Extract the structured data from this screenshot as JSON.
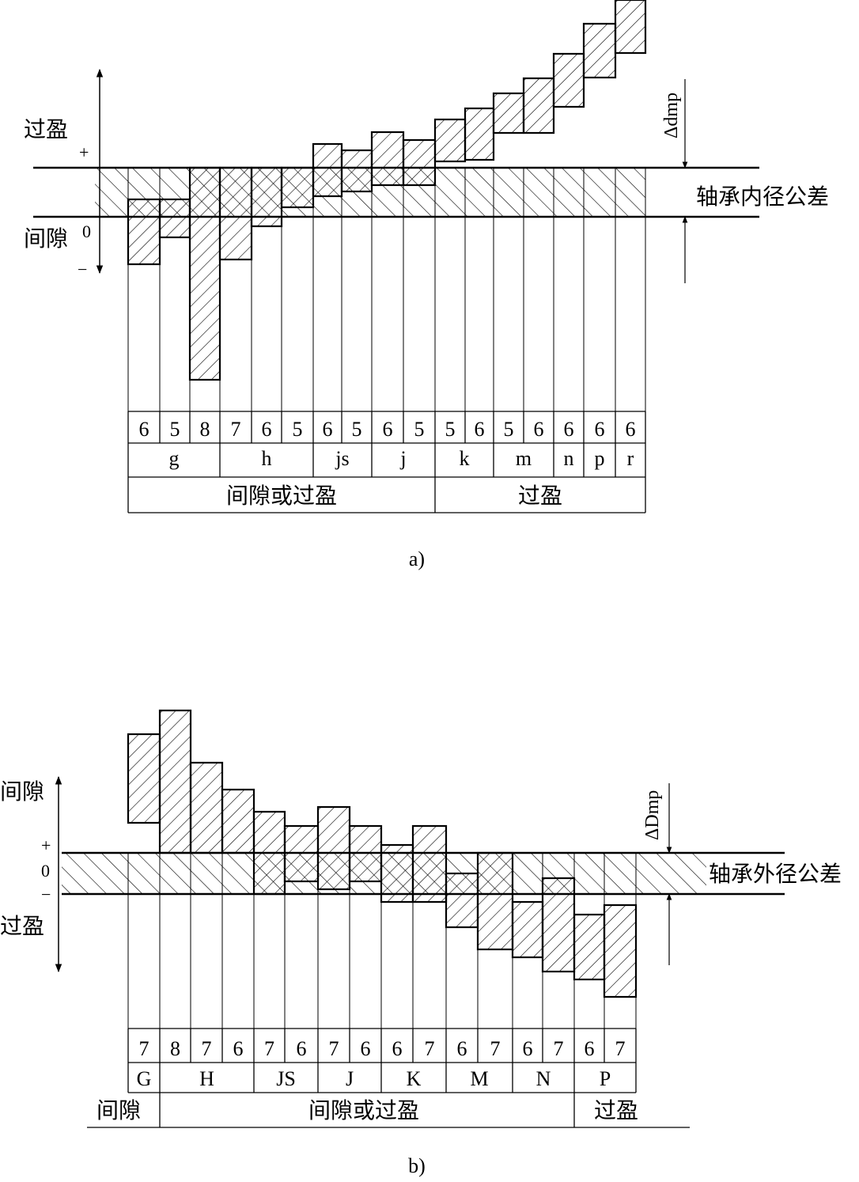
{
  "panel_a": {
    "caption": "a)",
    "left_top_label": "过盈",
    "left_bottom_label": "间隙",
    "sign_plus": "+",
    "sign_zero": "0",
    "sign_minus": "−",
    "right_label": "轴承内径公差",
    "delta_label": "Δdmp",
    "grades": [
      "6",
      "5",
      "8",
      "7",
      "6",
      "5",
      "6",
      "5",
      "6",
      "5",
      "5",
      "6",
      "5",
      "6",
      "6",
      "6",
      "6"
    ],
    "letters": [
      "g",
      "h",
      "js",
      "j",
      "k",
      "m",
      "n",
      "p",
      "r"
    ],
    "fit_groups": [
      "间隙或过盈",
      "过盈"
    ]
  },
  "panel_b": {
    "caption": "b)",
    "left_top_label": "间隙",
    "left_bottom_label": "过盈",
    "sign_plus": "+",
    "sign_zero": "0",
    "sign_minus": "−",
    "right_label": "轴承外径公差",
    "delta_label": "ΔDmp",
    "grades": [
      "7",
      "8",
      "7",
      "6",
      "7",
      "6",
      "7",
      "6",
      "6",
      "7",
      "6",
      "7",
      "6",
      "7",
      "6",
      "7"
    ],
    "letters": [
      "G",
      "H",
      "JS",
      "J",
      "K",
      "M",
      "N",
      "P"
    ],
    "fit_groups": [
      "间隙",
      "间隙或过盈",
      "过盈"
    ]
  }
}
